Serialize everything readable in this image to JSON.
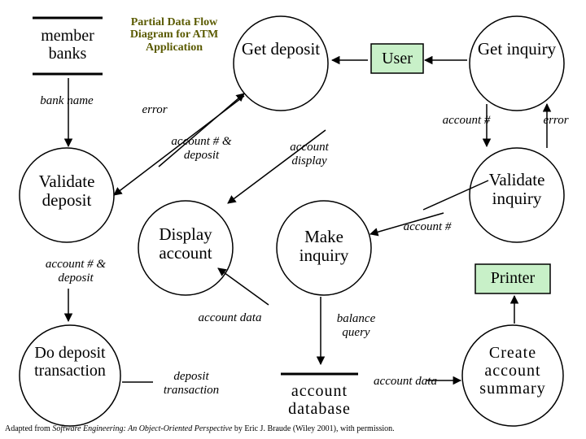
{
  "title": "Partial Data Flow Diagram for ATM Application",
  "processes": {
    "get_deposit": "Get deposit",
    "get_inquiry": "Get inquiry",
    "validate_deposit": "Validate deposit",
    "validate_inquiry": "Validate inquiry",
    "display_account": "Display account",
    "make_inquiry": "Make inquiry",
    "do_deposit": "Do deposit transaction",
    "create_summary": "Create account summary"
  },
  "externals": {
    "user": "User",
    "printer": "Printer"
  },
  "stores": {
    "member_banks": "member banks",
    "account_database": "account database"
  },
  "flows": {
    "bank_name": "bank name",
    "error_left": "error",
    "error_right": "error",
    "account_deposit_top": "account # & deposit",
    "account_display": "account display",
    "account_num_right": "account #",
    "account_num_mid": "account #",
    "account_deposit_left": "account # & deposit",
    "account_data_mid": "account data",
    "balance_query": "balance query",
    "deposit_transaction": "deposit transaction",
    "account_data_right": "account data"
  },
  "credit": {
    "prefix": "Adapted from ",
    "book": "Software Engineering: An Object-Oriented Perspective",
    "suffix": " by Eric J. Braude (Wiley 2001), with permission."
  },
  "colors": {
    "external_fill": "#c8f0c8",
    "title_color": "#5a5a00"
  }
}
